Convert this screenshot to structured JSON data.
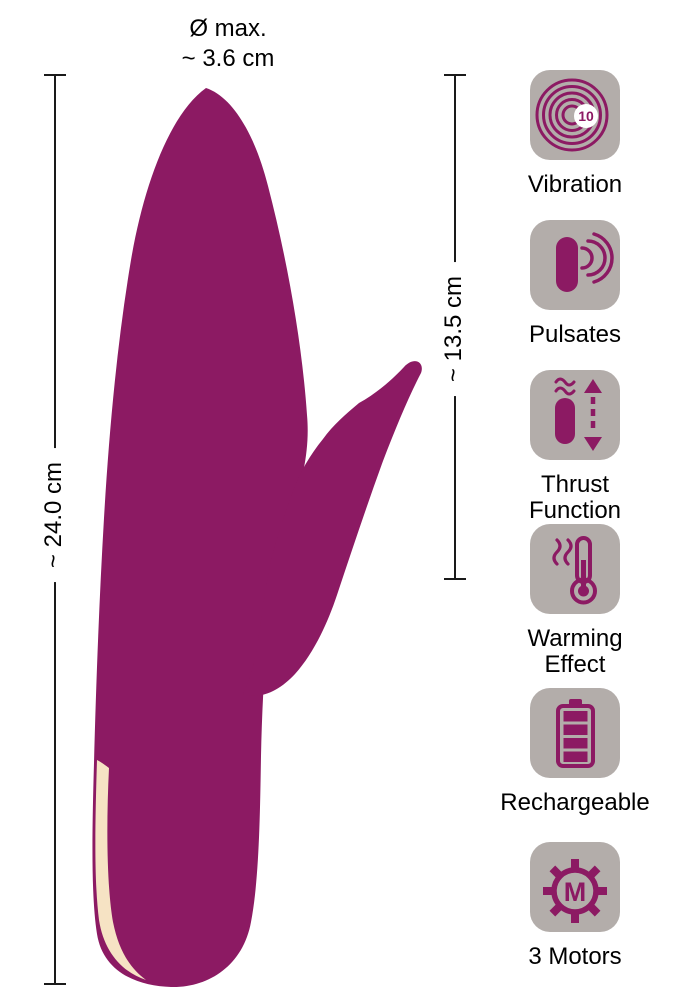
{
  "colors": {
    "accent": "#8c1a63",
    "badge_bg": "#b3adaa",
    "cream": "#f6e3c4",
    "line": "#1a1a1a",
    "text": "#000000"
  },
  "measurements": {
    "diameter_line1": "Ø max.",
    "diameter_line2": "~ 3.6 cm",
    "total_length": "~ 24.0 cm",
    "insertable_length": "~ 13.5 cm"
  },
  "features": [
    {
      "icon": "vibration-icon",
      "label": "Vibration",
      "badge_text": "10"
    },
    {
      "icon": "pulsates-icon",
      "label": "Pulsates"
    },
    {
      "icon": "thrust-icon",
      "label": "Thrust Function"
    },
    {
      "icon": "warming-icon",
      "label": "Warming Effect"
    },
    {
      "icon": "rechargeable-icon",
      "label": "Rechargeable"
    },
    {
      "icon": "motors-icon",
      "label": "3 Motors",
      "badge_text": "M"
    }
  ]
}
